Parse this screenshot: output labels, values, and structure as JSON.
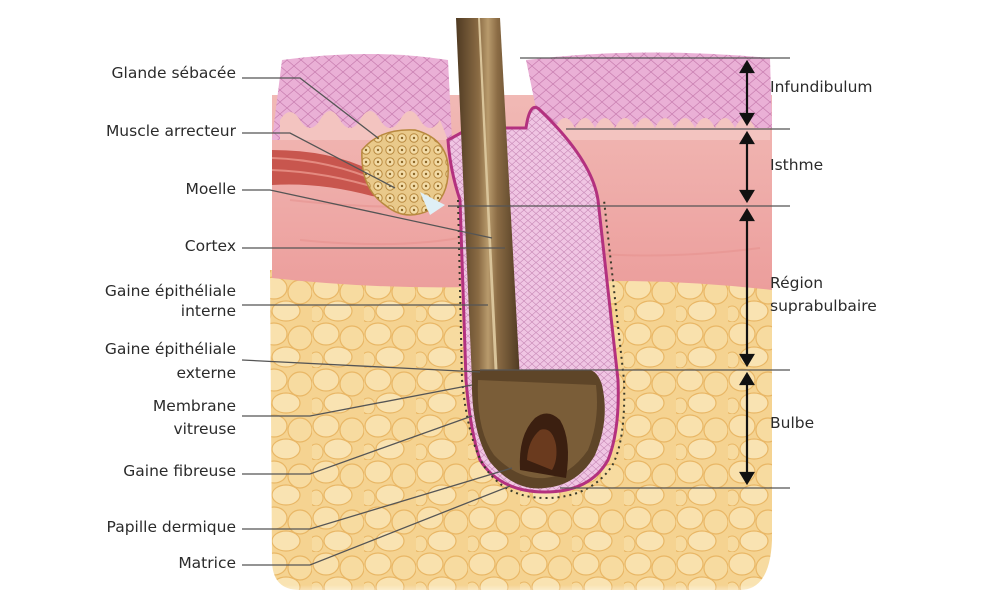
{
  "left_labels": [
    {
      "id": "glande",
      "text": "Glande sébacée"
    },
    {
      "id": "muscle",
      "text": "Muscle arrecteur"
    },
    {
      "id": "moelle",
      "text": "Moelle"
    },
    {
      "id": "cortex",
      "text": "Cortex"
    },
    {
      "id": "gaine-int-1",
      "text": "Gaine épithéliale"
    },
    {
      "id": "gaine-int-2",
      "text": "interne"
    },
    {
      "id": "gaine-ext-1",
      "text": "Gaine épithéliale"
    },
    {
      "id": "gaine-ext-2",
      "text": "externe"
    },
    {
      "id": "membrane-1",
      "text": "Membrane"
    },
    {
      "id": "membrane-2",
      "text": "vitreuse"
    },
    {
      "id": "fibreuse",
      "text": "Gaine fibreuse"
    },
    {
      "id": "papille",
      "text": "Papille dermique"
    },
    {
      "id": "matrice",
      "text": "Matrice"
    }
  ],
  "right_labels": [
    {
      "id": "infundibulum",
      "text": "Infundibulum"
    },
    {
      "id": "isthme",
      "text": "Isthme"
    },
    {
      "id": "region-1",
      "text": "Région"
    },
    {
      "id": "region-2",
      "text": "suprabulbaire"
    },
    {
      "id": "bulbe",
      "text": "Bulbe"
    }
  ],
  "colors": {
    "epidermis": "#e7a6cf",
    "dermis": "#f0b3b0",
    "fat": "#f5d391",
    "hair": "#6b5030",
    "sheath": "#b3317f",
    "gland": "#e6c07a",
    "muscle": "#c8564e",
    "line": "#555555"
  }
}
